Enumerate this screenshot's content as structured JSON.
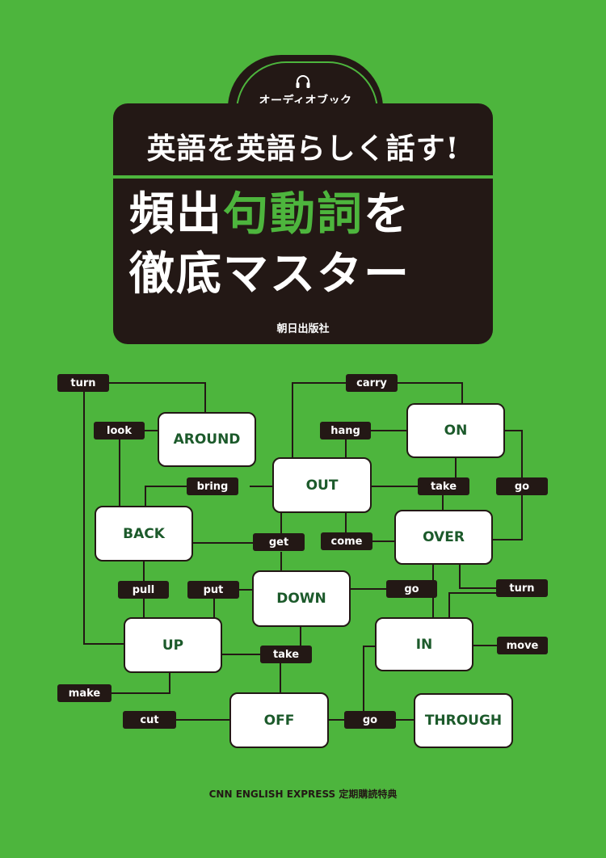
{
  "header": {
    "audiobook_label": "オーディオブック",
    "subtitle": "英語を英語らしく話す!",
    "title_line1_part1": "頻出",
    "title_line1_part2": "句動詞",
    "title_line1_part3": "を",
    "title_line2": "徹底マスター",
    "publisher": "朝日出版社"
  },
  "particles": {
    "around": "AROUND",
    "on": "ON",
    "out": "OUT",
    "back": "BACK",
    "over": "OVER",
    "down": "DOWN",
    "up": "UP",
    "in": "IN",
    "off": "OFF",
    "through": "THROUGH"
  },
  "verbs": {
    "turn_top": "turn",
    "carry": "carry",
    "look": "look",
    "hang": "hang",
    "bring": "bring",
    "take_top": "take",
    "go_right": "go",
    "get": "get",
    "come": "come",
    "pull": "pull",
    "put": "put",
    "go_mid": "go",
    "turn_right": "turn",
    "take_bottom": "take",
    "move": "move",
    "make": "make",
    "cut": "cut",
    "go_bottom": "go"
  },
  "footer": {
    "text": "CNN ENGLISH EXPRESS 定期購読特典"
  },
  "colors": {
    "background": "#4db53d",
    "dark": "#231815",
    "particle_text": "#1c5a2b"
  }
}
